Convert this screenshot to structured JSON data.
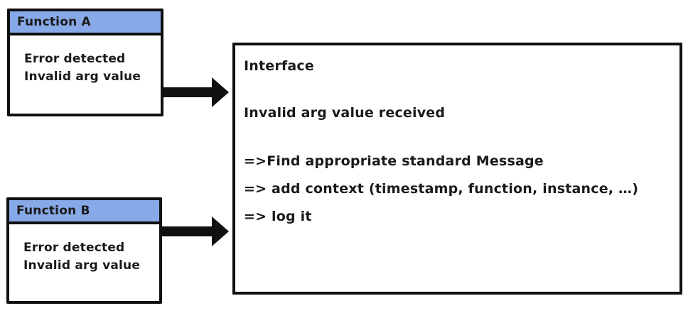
{
  "diagram": {
    "function_a": {
      "title": "Function A",
      "lines": [
        "Error detected",
        "Invalid arg value"
      ]
    },
    "function_b": {
      "title": "Function B",
      "lines": [
        "Error detected",
        "Invalid arg value"
      ]
    },
    "interface": {
      "title": "Interface",
      "event": "Invalid arg value received",
      "steps": [
        "=>Find appropriate standard Message",
        "=> add context (timestamp, function, instance, …)",
        "=> log it"
      ]
    },
    "colors": {
      "header_blue": "#88a9e7",
      "border_black": "#101010"
    }
  }
}
